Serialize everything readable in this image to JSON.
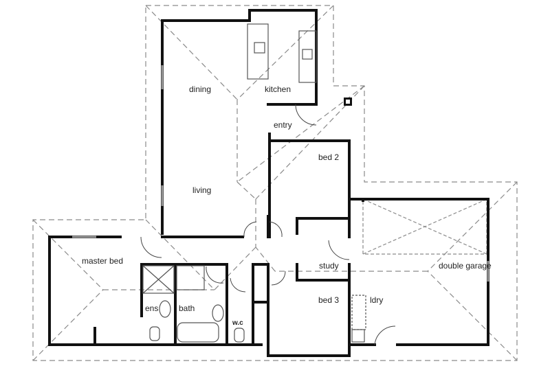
{
  "plan": {
    "type": "single-storey house floor plan",
    "rooms": [
      {
        "id": "dining",
        "label": "dining"
      },
      {
        "id": "kitchen",
        "label": "kitchen"
      },
      {
        "id": "entry",
        "label": "entry"
      },
      {
        "id": "bed2",
        "label": "bed 2"
      },
      {
        "id": "living",
        "label": "living"
      },
      {
        "id": "master",
        "label": "master bed"
      },
      {
        "id": "study",
        "label": "study"
      },
      {
        "id": "garage",
        "label": "double garage"
      },
      {
        "id": "ens",
        "label": "ens"
      },
      {
        "id": "bath",
        "label": "bath"
      },
      {
        "id": "bed3",
        "label": "bed 3"
      },
      {
        "id": "ldry",
        "label": "ldry"
      },
      {
        "id": "wc",
        "label": "w.c"
      }
    ],
    "colors": {
      "wall": "#111111",
      "roofline": "#8a8a8a",
      "window": "#9a9a9a",
      "background": "#ffffff"
    }
  }
}
